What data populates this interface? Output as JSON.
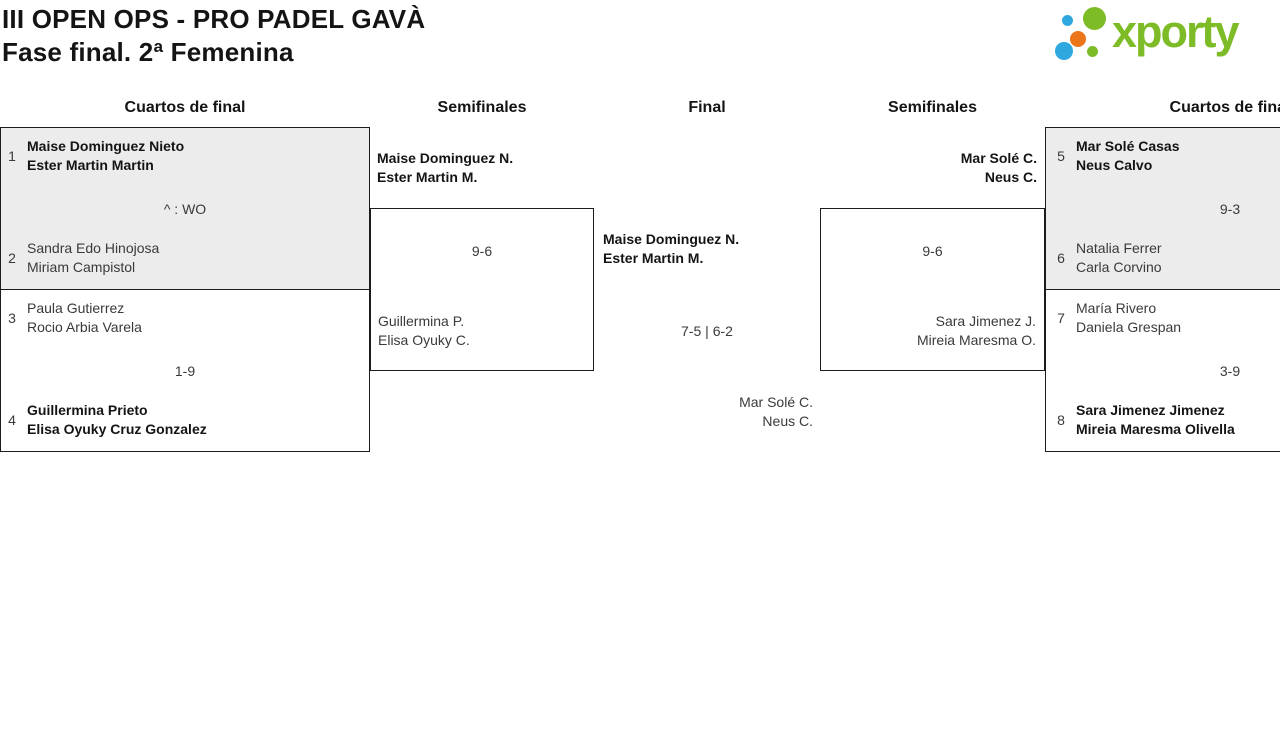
{
  "header": {
    "title": "III OPEN OPS - PRO PADEL GAVÀ",
    "subtitle": "Fase final. 2ª Femenina",
    "logo_text": "xporty"
  },
  "columns": [
    "Cuartos de final",
    "Semifinales",
    "Final",
    "Semifinales",
    "Cuartos de final"
  ],
  "colors": {
    "logo_green": "#7ebc27",
    "logo_blue": "#2fa8df",
    "logo_orange": "#ec7419",
    "shaded_cell": "#ececec",
    "border": "#1c1c1c",
    "text_primary": "#141414",
    "text_secondary": "#3a3a3a"
  },
  "rounds": {
    "qf_left": [
      {
        "score": "^ : WO",
        "top": {
          "seed": "1",
          "line1": "Maise Dominguez Nieto",
          "line2": "Ester Martin Martin",
          "winner": true
        },
        "bottom": {
          "seed": "2",
          "line1": "Sandra Edo Hinojosa",
          "line2": "Miriam Campistol",
          "winner": false
        }
      },
      {
        "score": "1-9",
        "top": {
          "seed": "3",
          "line1": "Paula Gutierrez",
          "line2": "Rocio Arbia Varela",
          "winner": false
        },
        "bottom": {
          "seed": "4",
          "line1": "Guillermina Prieto",
          "line2": "Elisa Oyuky Cruz Gonzalez",
          "winner": true
        }
      }
    ],
    "sf_left": {
      "score": "9-6",
      "top": {
        "line1": "Maise Dominguez N.",
        "line2": "Ester Martin M.",
        "winner": true
      },
      "bottom": {
        "line1": "Guillermina P.",
        "line2": "Elisa Oyuky C.",
        "winner": false
      }
    },
    "final": {
      "score": "7-5 | 6-2",
      "top": {
        "line1": "Maise Dominguez N.",
        "line2": "Ester Martin M.",
        "winner": true
      },
      "bottom": {
        "line1": "Mar Solé C.",
        "line2": "Neus C.",
        "winner": false
      }
    },
    "sf_right": {
      "score": "9-6",
      "top": {
        "line1": "Mar Solé C.",
        "line2": "Neus C.",
        "winner": true
      },
      "bottom": {
        "line1": "Sara Jimenez J.",
        "line2": "Mireia Maresma O.",
        "winner": false
      }
    },
    "qf_right": [
      {
        "score": "9-3",
        "top": {
          "seed": "5",
          "line1": "Mar Solé Casas",
          "line2": "Neus Calvo",
          "winner": true
        },
        "bottom": {
          "seed": "6",
          "line1": "Natalia Ferrer",
          "line2": "Carla Corvino",
          "winner": false
        }
      },
      {
        "score": "3-9",
        "top": {
          "seed": "7",
          "line1": "María Rivero",
          "line2": "Daniela Grespan",
          "winner": false
        },
        "bottom": {
          "seed": "8",
          "line1": "Sara Jimenez Jimenez",
          "line2": "Mireia Maresma Olivella",
          "winner": true
        }
      }
    ]
  }
}
